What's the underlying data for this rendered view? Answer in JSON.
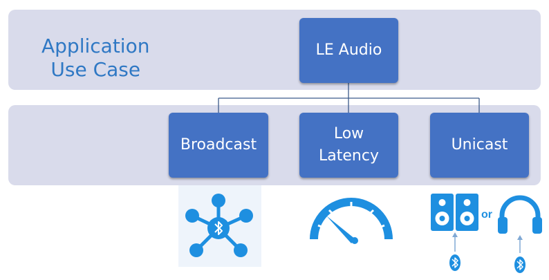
{
  "application_band": {
    "label": "Application\nUse Case"
  },
  "root_node": {
    "label": "LE Audio"
  },
  "children": [
    {
      "label": "Broadcast"
    },
    {
      "label": "Low\nLatency"
    },
    {
      "label": "Unicast"
    }
  ],
  "unicast_icons": {
    "or_label": "or"
  },
  "icons": [
    "bluetooth-network-icon",
    "speedometer-icon",
    "speakers-icon",
    "headphones-icon",
    "bluetooth-icon"
  ],
  "colors": {
    "band": "#d9dbeb",
    "node": "#4472c4",
    "label": "#2f78c4",
    "icon": "#1e8fe0"
  }
}
